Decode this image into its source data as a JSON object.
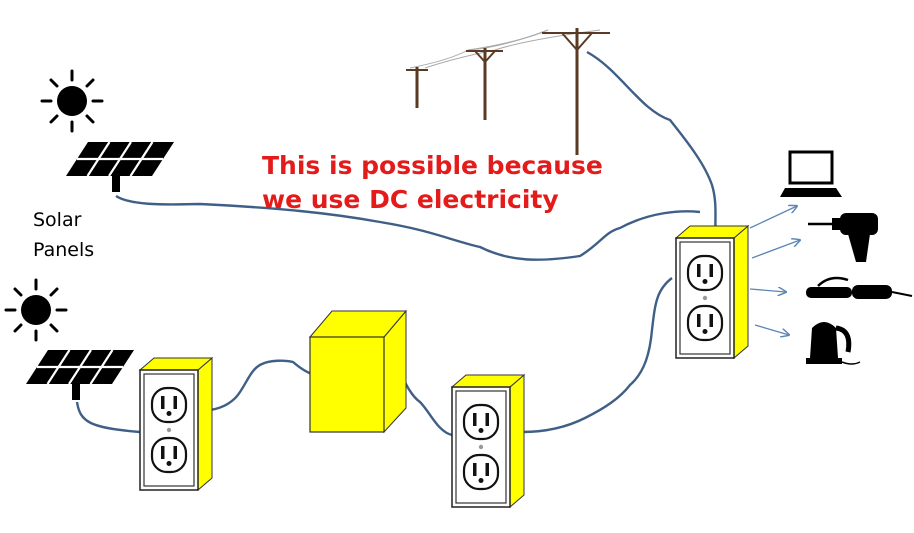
{
  "message": {
    "line1": "This is possible because",
    "line2": "we use DC electricity"
  },
  "solar_label": {
    "line1": "Solar",
    "line2": "Panels"
  },
  "colors": {
    "wire": "#3f5f86",
    "arrow": "#5b87b8",
    "box_fill": "#ffff00",
    "box_side": "#c9c900",
    "text_red": "#e31b1b"
  },
  "icons": [
    "sun-icon",
    "solar-panel-icon",
    "utility-pole-icon",
    "outlet-icon",
    "laptop-icon",
    "drill-icon",
    "curling-iron-icon",
    "kettle-icon"
  ]
}
